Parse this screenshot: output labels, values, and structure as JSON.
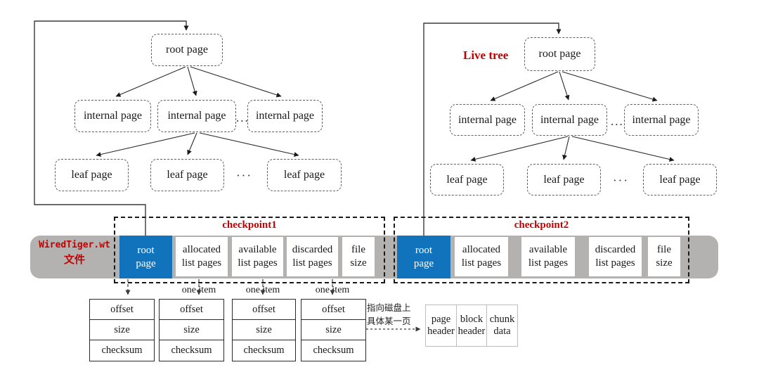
{
  "colors": {
    "accent_blue": "#1273bd",
    "band_gray": "#b4b1b1",
    "label_red": "#c40000"
  },
  "left_tree": {
    "root": "root page",
    "internal_1": "internal page",
    "internal_2": "internal page",
    "internal_3": "internal page",
    "internal_dots": "...",
    "leaf_1": "leaf page",
    "leaf_2": "leaf page",
    "leaf_3": "leaf page",
    "leaf_dots": "···"
  },
  "right_tree": {
    "label": "Live tree",
    "root": "root page",
    "internal_1": "internal page",
    "internal_2": "internal page",
    "internal_3": "internal page",
    "internal_dots": "...",
    "leaf_1": "leaf page",
    "leaf_2": "leaf page",
    "leaf_3": "leaf page",
    "leaf_dots": "···"
  },
  "band": {
    "file_label_line1": "WiredTiger.wt",
    "file_label_line2": "文件",
    "cp1": {
      "title": "checkpoint1",
      "seg1_l1": "root",
      "seg1_l2": "page",
      "seg2_l1": "allocated",
      "seg2_l2": "list pages",
      "seg3_l1": "available",
      "seg3_l2": "list pages",
      "seg4_l1": "discarded",
      "seg4_l2": "list pages",
      "seg5_l1": "file",
      "seg5_l2": "size"
    },
    "cp2": {
      "title": "checkpoint2",
      "seg1_l1": "root",
      "seg1_l2": "page",
      "seg2_l1": "allocated",
      "seg2_l2": "list pages",
      "seg3_l1": "available",
      "seg3_l2": "list pages",
      "seg4_l1": "discarded",
      "seg4_l2": "list pages",
      "seg5_l1": "file",
      "seg5_l2": "size"
    }
  },
  "item_tables": {
    "one_item_label": "one item",
    "t1": {
      "r1": "offset",
      "r2": "size",
      "r3": "checksum"
    },
    "t2": {
      "r1": "offset",
      "r2": "size",
      "r3": "checksum"
    },
    "t3": {
      "r1": "offset",
      "r2": "size",
      "r3": "checksum"
    },
    "t4": {
      "r1": "offset",
      "r2": "size",
      "r3": "checksum"
    }
  },
  "disk": {
    "note_line1": "指向磁盘上",
    "note_line2": "具体某一页",
    "cell1_l1": "page",
    "cell1_l2": "header",
    "cell2_l1": "block",
    "cell2_l2": "header",
    "cell3_l1": "chunk",
    "cell3_l2": "data"
  }
}
